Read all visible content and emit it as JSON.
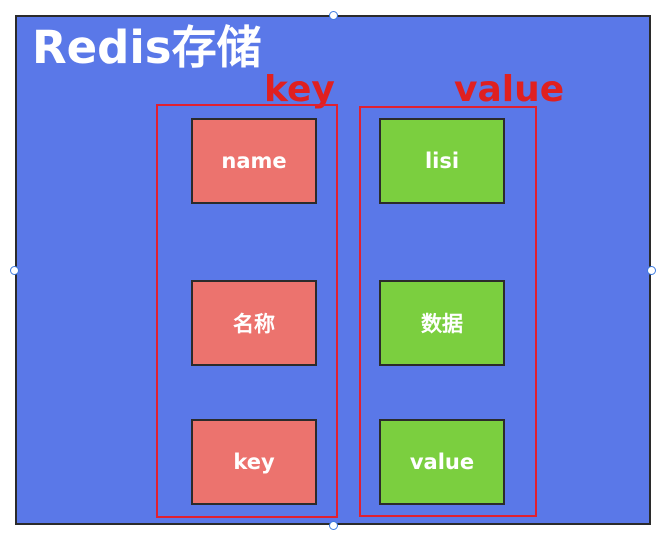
{
  "title": "Redis存储",
  "groups": {
    "keys": {
      "label": "key",
      "items": [
        "name",
        "名称",
        "key"
      ]
    },
    "values": {
      "label": "value",
      "items": [
        "lisi",
        "数据",
        "value"
      ]
    }
  },
  "colors": {
    "background": "#5a78e8",
    "key_cell": "#ec736e",
    "value_cell": "#7bcf3f",
    "group_border": "#e02030",
    "label_text": "#e02020"
  }
}
